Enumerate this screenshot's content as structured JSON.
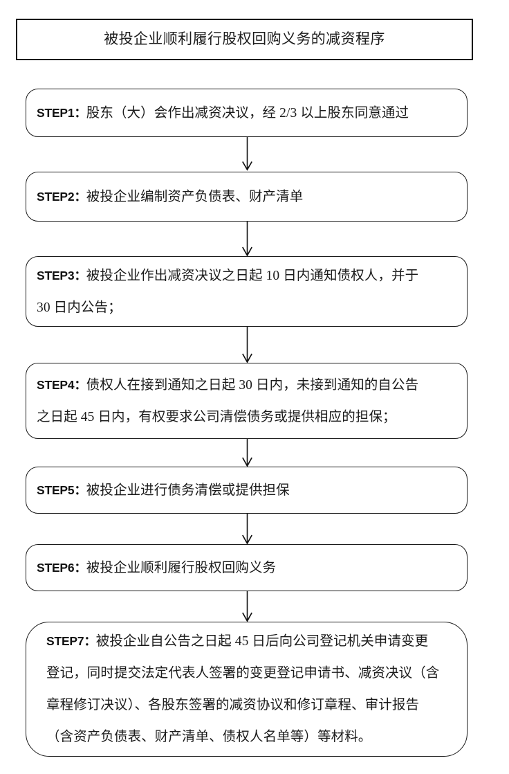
{
  "chart_data": {
    "type": "flowchart",
    "title": "被投企业顺利履行股权回购义务的减资程序",
    "orientation": "vertical-top-to-bottom",
    "node_count": 8,
    "connector_count": 6
  },
  "title": {
    "text": "被投企业顺利履行股权回购义务的减资程序"
  },
  "steps": [
    {
      "id": "step1",
      "label": "STEP1：",
      "lines": [
        "股东（大）会作出减资决议，经 2/3 以上股东同意通过"
      ]
    },
    {
      "id": "step2",
      "label": "STEP2：",
      "lines": [
        "被投企业编制资产负债表、财产清单"
      ]
    },
    {
      "id": "step3",
      "label": "STEP3：",
      "lines": [
        "被投企业作出减资决议之日起 10 日内通知债权人，并于",
        "30 日内公告；"
      ]
    },
    {
      "id": "step4",
      "label": "STEP4：",
      "lines": [
        "债权人在接到通知之日起 30 日内，未接到通知的自公告",
        "之日起 45 日内，有权要求公司清偿债务或提供相应的担保；"
      ]
    },
    {
      "id": "step5",
      "label": "STEP5：",
      "lines": [
        "被投企业进行债务清偿或提供担保"
      ]
    },
    {
      "id": "step6",
      "label": "STEP6：",
      "lines": [
        "被投企业顺利履行股权回购义务"
      ]
    },
    {
      "id": "step7",
      "label": "STEP7：",
      "lines": [
        "被投企业自公告之日起 45 日后向公司登记机关申请变更",
        "登记，同时提交法定代表人签署的变更登记申请书、减资决议（含",
        "章程修订决议）、各股东签署的减资协议和修订章程、审计报告",
        "（含资产负债表、财产清单、债权人名单等）等材料。"
      ]
    }
  ],
  "colors": {
    "background": "#ffffff",
    "border": "#1a1a1a",
    "title_border": "#121212",
    "text": "#1b1b1b",
    "arrow": "#111111"
  }
}
